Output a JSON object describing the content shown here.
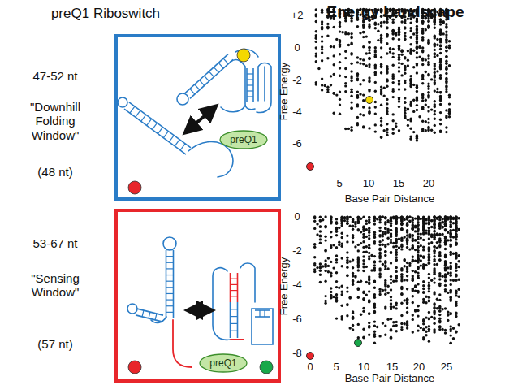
{
  "diagram": {
    "title": "preQ1 Riboswitch",
    "nodes": [
      {
        "text": [
          "preQ1"
        ]
      },
      {
        "text": [
          "preQ1"
        ]
      }
    ],
    "labels": [
      "47-52 nt",
      "\"Downhill Folding Window\"",
      "(48 nt)",
      "53-67 nt",
      "\"Sensing Window\"",
      "(57 nt)",
      "Energy Landscape",
      "+2",
      "0",
      "-2",
      "-4",
      "-6",
      "5",
      "10",
      "15",
      "20",
      "Free Energy",
      "Base Pair Distance",
      "0",
      "-2",
      "-4",
      "-6",
      "-8",
      "0",
      "5",
      "10",
      "15",
      "20",
      "25",
      "Free Energy",
      "Base Pair Distance"
    ]
  }
}
